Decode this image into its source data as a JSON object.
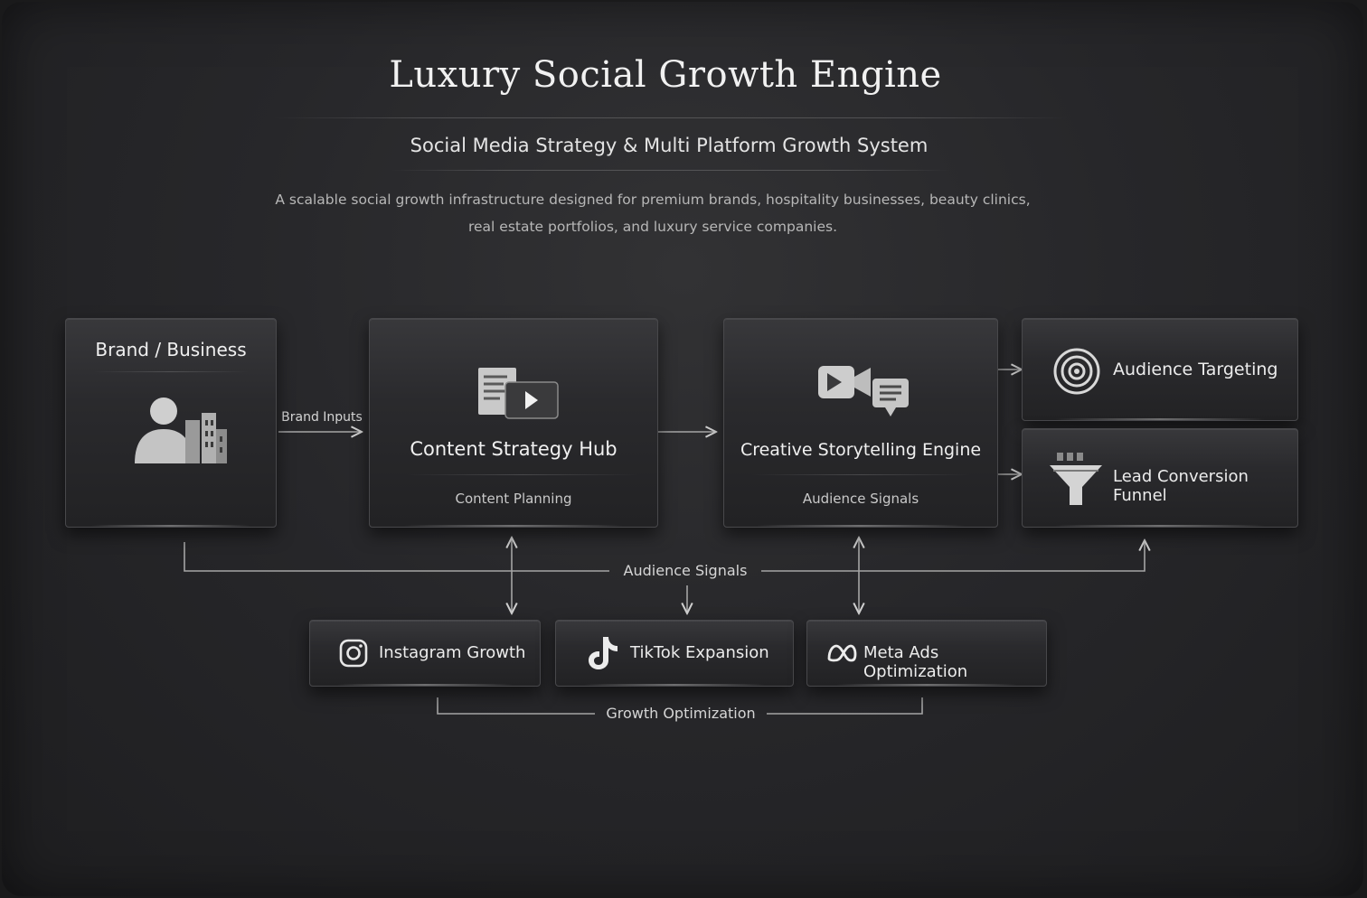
{
  "header": {
    "title": "Luxury Social Growth Engine",
    "subtitle": "Social Media Strategy & Multi Platform Growth System",
    "description_line1": "A scalable social growth infrastructure designed for premium brands, hospitality businesses, beauty clinics,",
    "description_line2": "real estate portfolios, and luxury service companies."
  },
  "nodes": {
    "brand": {
      "title": "Brand / Business",
      "icon": "person-building-icon"
    },
    "content_hub": {
      "title": "Content Strategy Hub",
      "sub": "Content Planning",
      "icon": "document-video-icon"
    },
    "storytelling": {
      "title": "Creative Storytelling Engine",
      "sub": "Audience Signals",
      "icon": "video-chat-icon"
    },
    "audience_targeting": {
      "title": "Audience Targeting",
      "icon": "target-icon"
    },
    "lead_funnel": {
      "title": "Lead Conversion Funnel",
      "icon": "funnel-icon"
    },
    "instagram": {
      "title": "Instagram Growth",
      "icon": "instagram-icon"
    },
    "tiktok": {
      "title": "TikTok Expansion",
      "icon": "tiktok-icon"
    },
    "meta": {
      "title": "Meta Ads Optimization",
      "icon": "meta-icon"
    }
  },
  "connectors": {
    "brand_inputs": "Brand Inputs",
    "audience_signals": "Audience Signals",
    "growth_optimization": "Growth Optimization"
  },
  "colors": {
    "background": "#27272a",
    "card": "#2c2c2f",
    "text": "#f0f0f0",
    "line": "#9a9a9a"
  }
}
